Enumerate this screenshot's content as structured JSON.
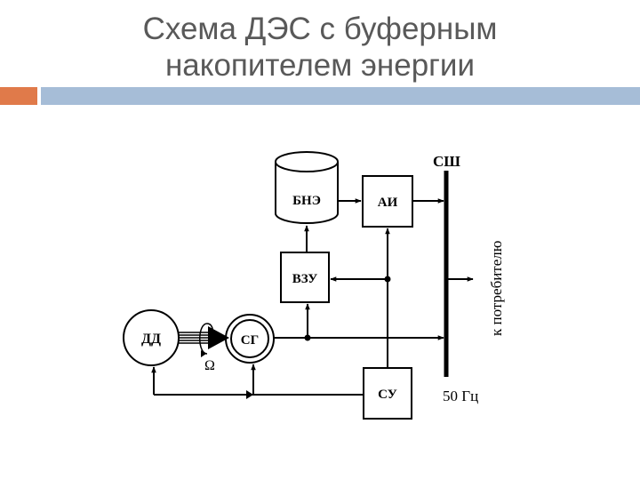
{
  "slide": {
    "title_line1": "Схема ДЭС с буферным",
    "title_line2": "накопителем энергии"
  },
  "diagram": {
    "blocks": {
      "bne": "БНЭ",
      "ai": "АИ",
      "vzu": "ВЗУ",
      "dd": "ДД",
      "sg": "СГ",
      "su": "СУ"
    },
    "bus_label": "СШ",
    "omega_label": "Ω",
    "consumer_label": "к потребителю",
    "frequency_label": "50 Гц"
  },
  "colors": {
    "title": "#595959",
    "accent_orange": "#E07A4A",
    "accent_blue": "#A6BDD7",
    "line": "#000000"
  }
}
